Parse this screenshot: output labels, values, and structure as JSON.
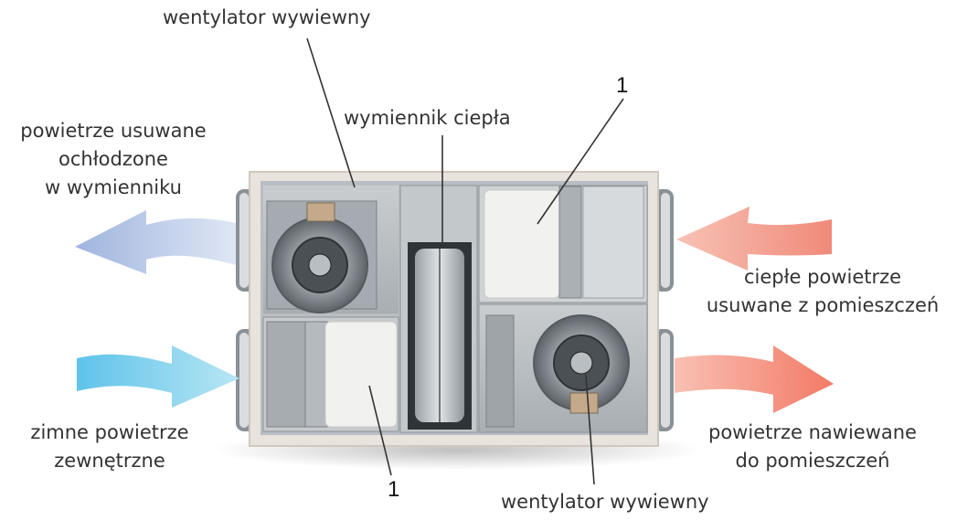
{
  "labels": {
    "top_fan": "wentylator wywiewny",
    "exchanger": "wymiennik ciepła",
    "exhaust_cooled": [
      "powietrze usuwane",
      "ochłodzone",
      "w wymienniku"
    ],
    "warm_extract": [
      "ciepłe powietrze",
      "usuwane z pomieszczeń"
    ],
    "cold_outdoor": [
      "zimne powietrze",
      "zewnętrzne"
    ],
    "supply": [
      "powietrze nawiewane",
      "do pomieszczeń"
    ],
    "bottom_fan": "wentylator wywiewny",
    "filter_top": "1",
    "filter_bottom": "1"
  },
  "colors": {
    "arrow_blue_exhaust": "#a9bde0",
    "arrow_cyan_supply_in": "#7fd0ea",
    "arrow_red_extract": "#ef8a78",
    "arrow_red_supply": "#f3826f",
    "casing": "#e8e3dc",
    "interior": "#b9bec2",
    "filter": "#f1f1ef"
  }
}
